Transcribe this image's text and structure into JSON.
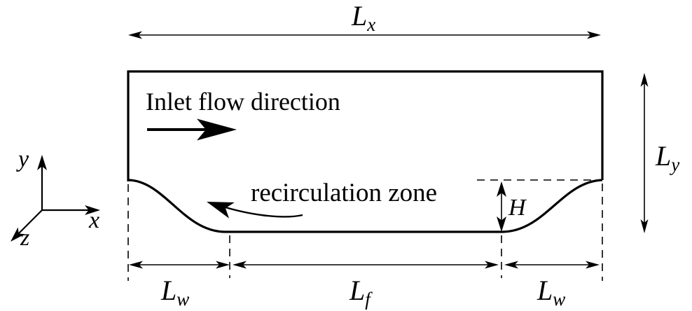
{
  "colors": {
    "ink": "#000000",
    "background": "#ffffff"
  },
  "text": {
    "inlet_flow": "Inlet flow direction",
    "recirculation": "recirculation zone"
  },
  "dimensions": {
    "lx": {
      "base": "L",
      "sub": "x"
    },
    "ly": {
      "base": "L",
      "sub": "y"
    },
    "lw_left": {
      "base": "L",
      "sub": "w"
    },
    "lf": {
      "base": "L",
      "sub": "f"
    },
    "lw_right": {
      "base": "L",
      "sub": "w"
    },
    "h": "H"
  },
  "axes": {
    "x_label": "x",
    "y_label": "y",
    "z_label": "z"
  }
}
